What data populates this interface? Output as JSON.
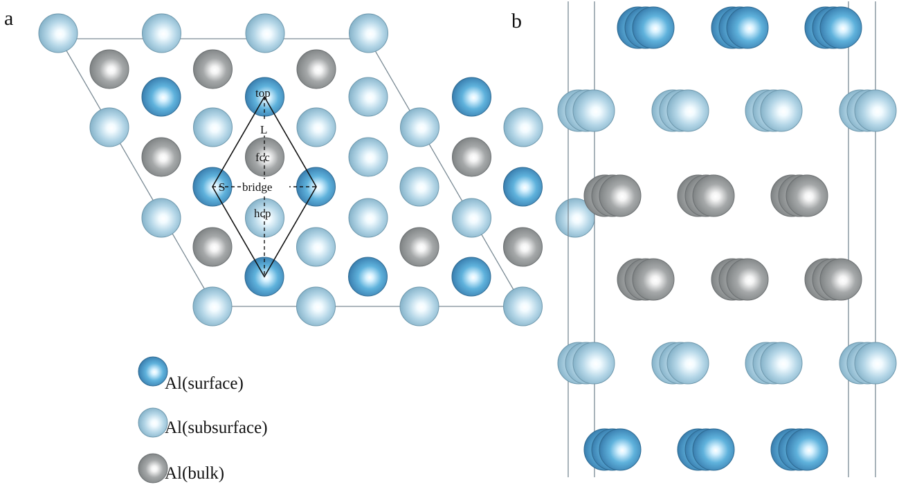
{
  "panels": [
    {
      "id": "a",
      "label": "a"
    },
    {
      "id": "b",
      "label": "b"
    }
  ],
  "site_labels": {
    "top": "top",
    "L": "L",
    "fcc": "fcc",
    "S": "S",
    "bridge": "bridge",
    "hcp": "hcp"
  },
  "legend": [
    {
      "key": "surface",
      "label": "Al(surface)"
    },
    {
      "key": "subsurface",
      "label": "Al(subsurface)"
    },
    {
      "key": "bulk",
      "label": "Al(bulk)"
    }
  ],
  "colors": {
    "surface": "#4f9ccb",
    "subsurface": "#9fc6d9",
    "bulk": "#8e9192",
    "cell_line": "#7a8a94",
    "site_line": "#111111"
  }
}
